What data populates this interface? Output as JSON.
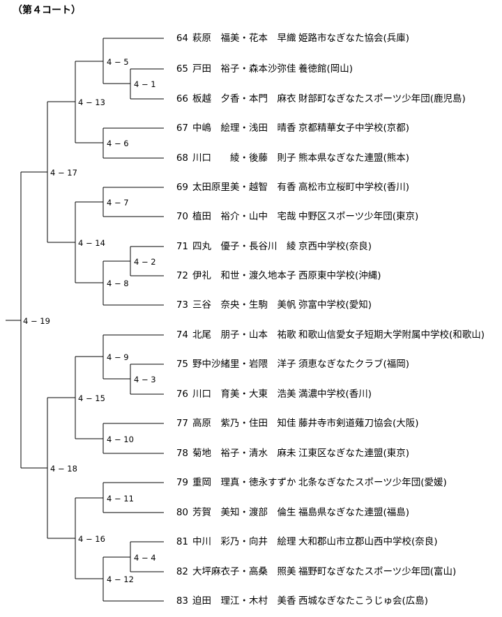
{
  "court_title": "（第４コート）",
  "entries": [
    {
      "no": "64",
      "players": "萩原　福美・花本　早織",
      "org": "姫路市なぎなた協会(兵庫)"
    },
    {
      "no": "65",
      "players": "戸田　裕子・森本沙弥佳",
      "org": "養徳館(岡山)"
    },
    {
      "no": "66",
      "players": "板越　夕香・本門　麻衣",
      "org": "財部町なぎなたスポーツ少年団(鹿児島)"
    },
    {
      "no": "67",
      "players": "中嶋　絵理・浅田　晴香",
      "org": "京都精華女子中学校(京都)"
    },
    {
      "no": "68",
      "players": "川口　　綾・後藤　則子",
      "org": "熊本県なぎなた連盟(熊本)"
    },
    {
      "no": "69",
      "players": "太田原里美・越智　有香",
      "org": "高松市立桜町中学校(香川)"
    },
    {
      "no": "70",
      "players": "植田　裕介・山中　宅哉",
      "org": "中野区スポーツ少年団(東京)"
    },
    {
      "no": "71",
      "players": "四丸　優子・長谷川　綾",
      "org": "京西中学校(奈良)"
    },
    {
      "no": "72",
      "players": "伊礼　和世・渡久地本子",
      "org": "西原東中学校(沖縄)"
    },
    {
      "no": "73",
      "players": "三谷　奈央・生駒　美帆",
      "org": "弥富中学校(愛知)"
    },
    {
      "no": "74",
      "players": "北尾　朋子・山本　祐歌",
      "org": "和歌山信愛女子短期大学附属中学校(和歌山)"
    },
    {
      "no": "75",
      "players": "野中沙緒里・岩隈　洋子",
      "org": "須恵なぎなたクラブ(福岡)"
    },
    {
      "no": "76",
      "players": "川口　育美・大東　浩美",
      "org": "満濃中学校(香川)"
    },
    {
      "no": "77",
      "players": "高原　紫乃・住田　知佳",
      "org": "藤井寺市剣道薙刀協会(大阪)"
    },
    {
      "no": "78",
      "players": "菊地　裕子・清水　麻未",
      "org": "江東区なぎなた連盟(東京)"
    },
    {
      "no": "79",
      "players": "重岡　理真・徳永すずか",
      "org": "北条なぎなたスポーツ少年団(愛媛)"
    },
    {
      "no": "80",
      "players": "芳賀　美知・渡部　倫生",
      "org": "福島県なぎなた連盟(福島)"
    },
    {
      "no": "81",
      "players": "中川　彩乃・向井　絵理",
      "org": "大和郡山市立郡山西中学校(奈良)"
    },
    {
      "no": "82",
      "players": "大坪麻衣子・高桑　照美",
      "org": "福野町なぎなたスポーツ少年団(富山)"
    },
    {
      "no": "83",
      "players": "迫田　理江・木村　美香",
      "org": "西城なぎなたこうじゅ会(広島)"
    }
  ],
  "matches": [
    {
      "id": "m1",
      "label": "4 − 1"
    },
    {
      "id": "m2",
      "label": "4 − 2"
    },
    {
      "id": "m3",
      "label": "4 − 3"
    },
    {
      "id": "m4",
      "label": "4 − 4"
    },
    {
      "id": "m5",
      "label": "4 − 5"
    },
    {
      "id": "m6",
      "label": "4 − 6"
    },
    {
      "id": "m7",
      "label": "4 − 7"
    },
    {
      "id": "m8",
      "label": "4 − 8"
    },
    {
      "id": "m9",
      "label": "4 − 9"
    },
    {
      "id": "m10",
      "label": "4 − 10"
    },
    {
      "id": "m11",
      "label": "4 − 11"
    },
    {
      "id": "m12",
      "label": "4 − 12"
    },
    {
      "id": "m13",
      "label": "4 − 13"
    },
    {
      "id": "m14",
      "label": "4 − 14"
    },
    {
      "id": "m15",
      "label": "4 − 15"
    },
    {
      "id": "m16",
      "label": "4 − 16"
    },
    {
      "id": "m17",
      "label": "4 − 17"
    },
    {
      "id": "m18",
      "label": "4 − 18"
    },
    {
      "id": "m19",
      "label": "4 − 19"
    }
  ]
}
